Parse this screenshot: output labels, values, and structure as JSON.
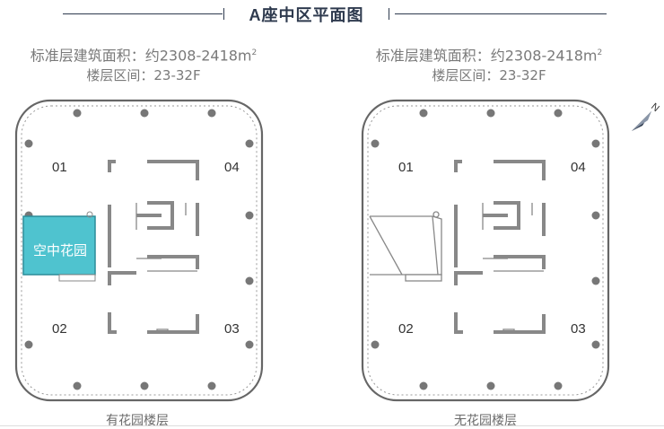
{
  "header": {
    "title": "A座中区平面图"
  },
  "plans": [
    {
      "spec_line1": "标准层建筑面积：约2308-2418m",
      "spec_sup": "2",
      "spec_line2": "楼层区间：23-32F",
      "units": [
        "01",
        "04",
        "02",
        "03"
      ],
      "garden_label": "空中花园",
      "caption": "有花园楼层"
    },
    {
      "spec_line1": "标准层建筑面积：约2308-2418m",
      "spec_sup": "2",
      "spec_line2": "楼层区间：23-32F",
      "units": [
        "01",
        "04",
        "02",
        "03"
      ],
      "caption": "无花园楼层"
    }
  ],
  "compass": {
    "label": "N"
  },
  "colors": {
    "title": "#2e3a4e",
    "garden_fill": "#4fc3cf",
    "wall": "#888888",
    "column": "#777777",
    "outline": "#555555"
  }
}
